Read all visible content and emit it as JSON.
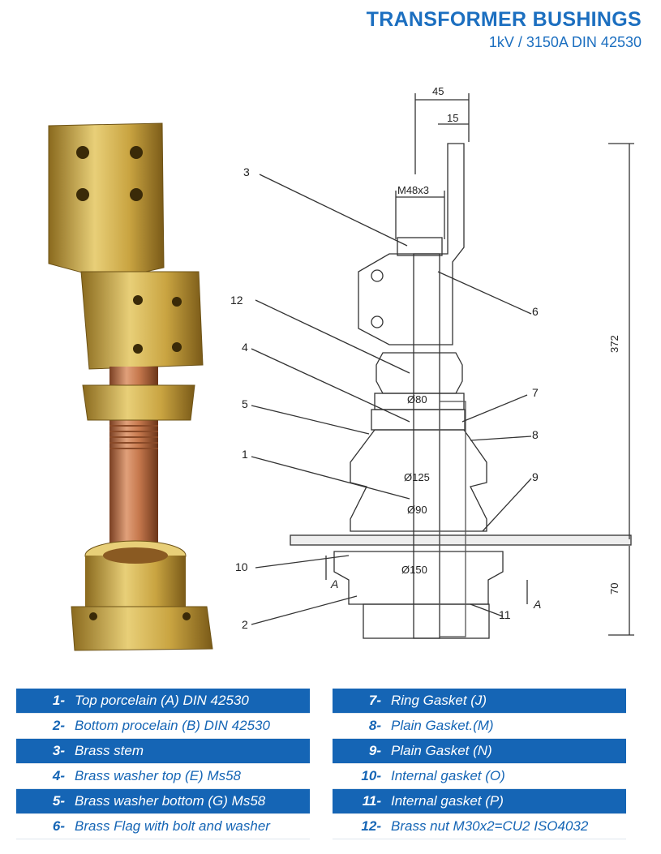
{
  "header": {
    "title": "TRANSFORMER BUSHINGS",
    "subtitle": "1kV / 3150A DIN 42530"
  },
  "drawing": {
    "dimensions": {
      "d45": "45",
      "d15": "15",
      "thread": "M48x3",
      "d372": "372",
      "d70": "70",
      "dia80": "Ø80",
      "dia125": "Ø125",
      "dia90": "Ø90",
      "dia150": "Ø150"
    },
    "callouts": {
      "c1": "1",
      "c2": "2",
      "c3": "3",
      "c4": "4",
      "c5": "5",
      "c6": "6",
      "c7": "7",
      "c8": "8",
      "c9": "9",
      "c10": "10",
      "c11": "11",
      "c12": "12"
    },
    "section_mark": "A"
  },
  "legend": {
    "left": [
      {
        "num": "1-",
        "text": "Top porcelain (A) DIN 42530"
      },
      {
        "num": "2-",
        "text": "Bottom procelain (B) DIN 42530"
      },
      {
        "num": "3-",
        "text": "Brass stem"
      },
      {
        "num": "4-",
        "text": "Brass washer top (E) Ms58"
      },
      {
        "num": "5-",
        "text": "Brass washer bottom (G) Ms58"
      },
      {
        "num": "6-",
        "text": "Brass Flag with bolt and washer"
      }
    ],
    "right": [
      {
        "num": "7-",
        "text": "Ring Gasket (J)"
      },
      {
        "num": "8-",
        "text": "Plain Gasket.(M)"
      },
      {
        "num": "9-",
        "text": "Plain Gasket (N)"
      },
      {
        "num": "10-",
        "text": "Internal gasket (O)"
      },
      {
        "num": "11-",
        "text": "Internal gasket (P)"
      },
      {
        "num": "12-",
        "text": "Brass nut M30x2=CU2 ISO4032"
      }
    ]
  },
  "colors": {
    "accent": "#1565b5",
    "title": "#1c6fc0",
    "brass": "#c9a441",
    "copper": "#c7794e"
  }
}
